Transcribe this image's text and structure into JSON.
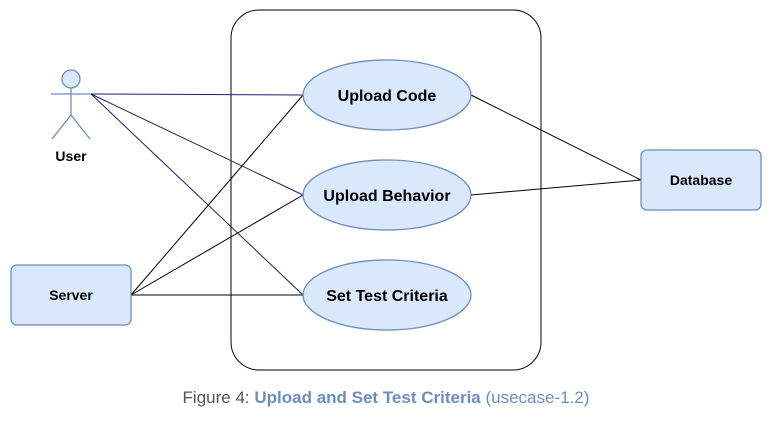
{
  "colors": {
    "usecase_fill": "#dae8fc",
    "usecase_stroke": "#6c8ebf",
    "line_black": "#000000",
    "line_navy": "#1f1f66",
    "caption_text": "#555555",
    "caption_link": "#6c8ebf"
  },
  "actor": {
    "label": "User",
    "icon": "stick-figure-icon"
  },
  "usecases": [
    {
      "label": "Upload Code"
    },
    {
      "label": "Upload Behavior"
    },
    {
      "label": "Set Test Criteria"
    }
  ],
  "nodes": {
    "server": "Server",
    "database": "Database"
  },
  "caption": {
    "prefix": "Figure 4: ",
    "title": "Upload and Set Test Criteria",
    "suffix": " (usecase-1.2)"
  }
}
